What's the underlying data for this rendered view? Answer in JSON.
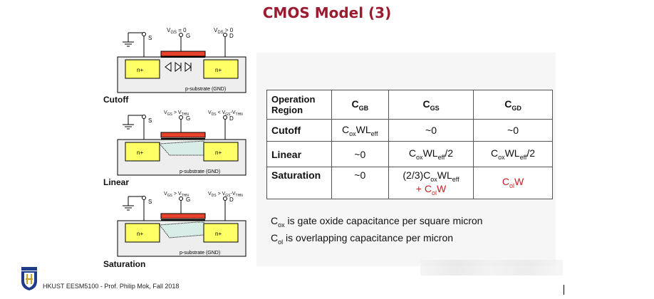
{
  "title": "CMOS Model (3)",
  "diagrams": [
    {
      "label": "Cutoff",
      "vgs": "V",
      "vgs_sub": "GS",
      "vgs_rel": " = 0",
      "vds": "V",
      "vds_sub": "DS",
      "vds_rel": " > 0",
      "substrate": "p-substrate (GND)"
    },
    {
      "label": "Linear",
      "vgs": "V",
      "vgs_sub": "GS",
      "vgs_rel": " > V",
      "vgs_rel_sub": "THN",
      "vds": "V",
      "vds_sub": "DS",
      "vds_rel": " < V",
      "vds_rel2_sub": "GS",
      "vds_rel3": "-V",
      "vds_rel3_sub": "THN",
      "substrate": "p-substrate (GND)"
    },
    {
      "label": "Saturation",
      "vgs": "V",
      "vgs_sub": "GS",
      "vgs_rel": " > V",
      "vgs_rel_sub": "THN",
      "vds": "V",
      "vds_sub": "DS",
      "vds_rel": " > V",
      "vds_rel2_sub": "GS",
      "vds_rel3": "-V",
      "vds_rel3_sub": "THN",
      "substrate": "p-substrate (GND)"
    }
  ],
  "terminals": {
    "s": "S",
    "g": "G",
    "d": "D",
    "n": "n+"
  },
  "table": {
    "header_region": "Operation Region",
    "c": "C",
    "gb_sub": "GB",
    "gs_sub": "GS",
    "gd_sub": "GD",
    "rows": [
      {
        "region": "Cutoff",
        "cgb_text": "C",
        "cgb_sub": "ox",
        "cgb_text2": "WL",
        "cgb_sub2": "eff",
        "cgs": "~0",
        "cgd": "~0"
      },
      {
        "region": "Linear",
        "cgb": "~0",
        "cgs_text": "C",
        "cgs_sub": "ox",
        "cgs_text2": "WL",
        "cgs_sub2": "eff",
        "cgs_text3": "/2",
        "cgd_text": "C",
        "cgd_sub": "ox",
        "cgd_text2": "WL",
        "cgd_sub2": "eff",
        "cgd_text3": "/2"
      },
      {
        "region": "Saturation",
        "cgb": "~0",
        "cgs_line1": "(2/3)C",
        "cgs_sub": "ox",
        "cgs_text2": "WL",
        "cgs_sub2": "eff",
        "cgs_line2": "+ C",
        "cgs_line2_sub": "ol",
        "cgs_line2_end": "W",
        "cgd_text": "C",
        "cgd_sub": "ol",
        "cgd_text2": "W"
      }
    ]
  },
  "notes": {
    "cox_c": "C",
    "cox_sub": "ox",
    "cox_text": " is gate oxide capacitance per square micron",
    "col_c": "C",
    "col_sub": "ol",
    "col_text": " is overlapping capacitance per micron"
  },
  "footer": "HKUST EESM5100 - Prof. Philip Mok, Fall 2018",
  "colors": {
    "title": "#9b1b30",
    "accent_red": "#cc2020",
    "diffusion": "#ffff66",
    "gate": "#e8422c"
  }
}
